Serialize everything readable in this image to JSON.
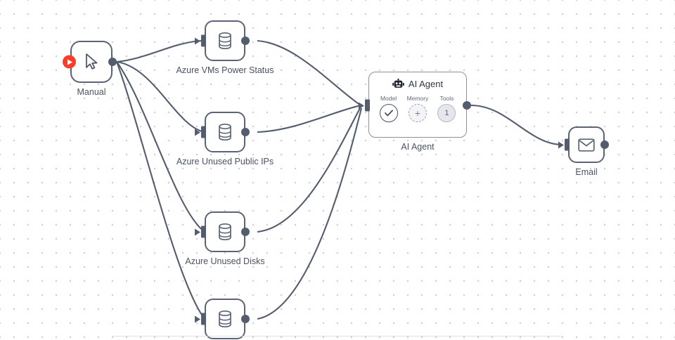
{
  "canvas": {
    "type": "workflow-editor",
    "background": "#ffffff",
    "dot_grid_color": "#c9ccd6",
    "edge_color": "#545d6e",
    "node_border_color": "#5b6475",
    "trigger_accent_color": "#fa3c28"
  },
  "nodes": {
    "manual": {
      "label": "Manual",
      "icon": "cursor-arrow-icon",
      "trigger_icon": "play-icon"
    },
    "agent": {
      "title": "AI Agent",
      "label": "AI Agent",
      "icon": "robot-icon",
      "sub_ports": [
        {
          "caption": "Model",
          "icon": "check-circle-icon",
          "value": ""
        },
        {
          "caption": "Memory",
          "icon": "plus-circle-icon",
          "value": "+"
        },
        {
          "caption": "Tools",
          "icon": "count-circle-icon",
          "value": "1"
        }
      ]
    },
    "email": {
      "label": "Email",
      "icon": "envelope-icon"
    },
    "databases": [
      {
        "label": "Azure VMs Power Status",
        "icon": "database-icon"
      },
      {
        "label": "Azure Unused Public IPs",
        "icon": "database-icon"
      },
      {
        "label": "Azure Unused Disks",
        "icon": "database-icon"
      },
      {
        "label": "",
        "icon": "database-icon"
      }
    ]
  }
}
